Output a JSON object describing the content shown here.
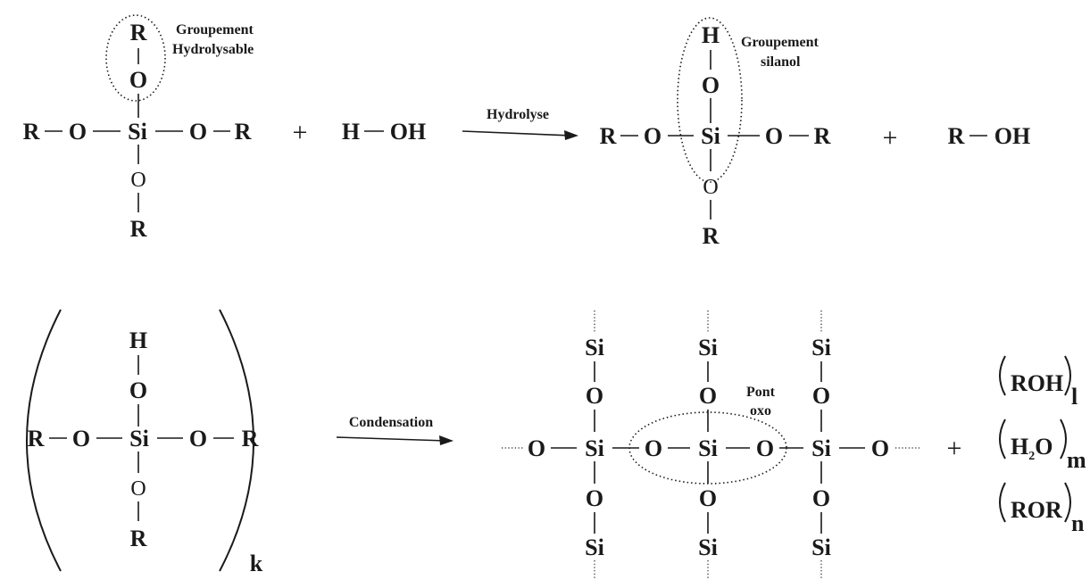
{
  "hydrolysis": {
    "reactant": {
      "top_R": "R",
      "top_O": "O",
      "left_R": "R",
      "left_O": "O",
      "si": "Si",
      "right_O": "O",
      "right_R": "R",
      "bottom_O": "O",
      "bottom_R": "R"
    },
    "annotation_hydrolysable": [
      "Groupement",
      "Hydrolysable"
    ],
    "plus1": "+",
    "water": {
      "h": "H",
      "oh": "OH"
    },
    "arrow_label": "Hydrolyse",
    "product": {
      "top_H": "H",
      "top_O": "O",
      "left_R": "R",
      "left_O": "O",
      "si": "Si",
      "right_O": "O",
      "right_R": "R",
      "bottom_O": "O",
      "bottom_R": "R"
    },
    "annotation_silanol": [
      "Groupement",
      "silanol"
    ],
    "plus2": "+",
    "alcohol": {
      "r": "R",
      "oh": "OH"
    }
  },
  "condensation": {
    "monomer": {
      "top_H": "H",
      "top_O": "O",
      "left_R": "R",
      "left_O": "O",
      "si": "Si",
      "right_O": "O",
      "right_R": "R",
      "bottom_O": "O",
      "bottom_R": "R"
    },
    "subscript_k": "k",
    "arrow_label": "Condensation",
    "network": {
      "si": "Si",
      "o": "O"
    },
    "annotation_pont": [
      "Pont",
      "oxo"
    ],
    "plus": "+",
    "byproducts": [
      {
        "formula": "ROH",
        "subscript": "l"
      },
      {
        "formula": "H2O",
        "subscript": "m"
      },
      {
        "formula": "ROR",
        "subscript": "n"
      }
    ]
  }
}
